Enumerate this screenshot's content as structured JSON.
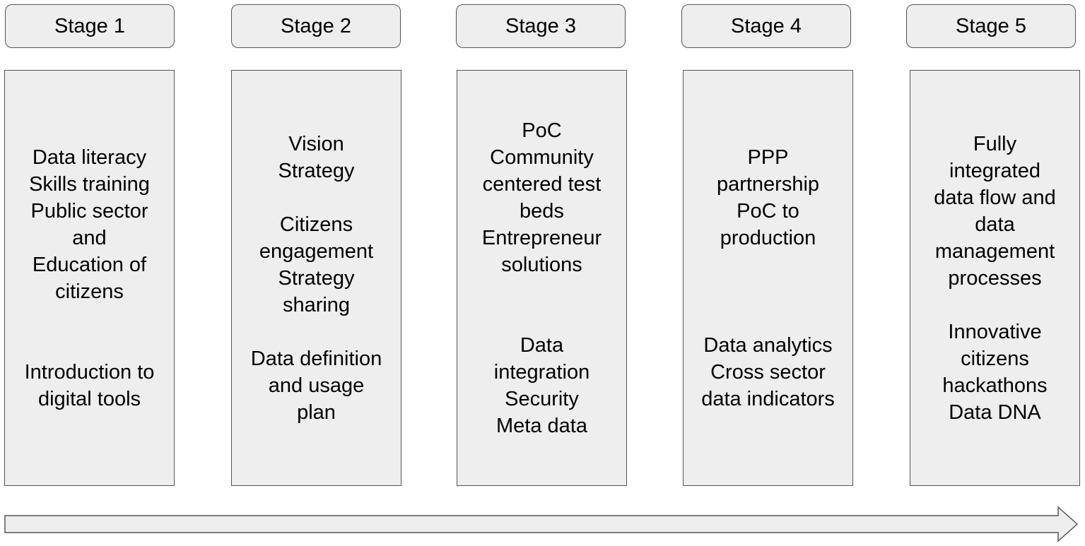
{
  "stages": [
    {
      "header": "Stage 1",
      "groups": [
        [
          "Data literacy",
          "Skills training",
          "Public sector",
          "and",
          "Education of",
          "citizens"
        ],
        [
          "Introduction to",
          "digital tools"
        ]
      ]
    },
    {
      "header": "Stage 2",
      "groups": [
        [
          "Vision",
          "Strategy"
        ],
        [
          "Citizens",
          "engagement",
          "Strategy",
          "sharing"
        ],
        [
          "Data definition",
          "and usage",
          "plan"
        ]
      ]
    },
    {
      "header": "Stage 3",
      "groups": [
        [
          "PoC",
          "Community",
          "centered test",
          "beds",
          "Entrepreneur",
          "solutions"
        ],
        [
          "Data",
          "integration",
          "Security",
          "Meta data"
        ]
      ]
    },
    {
      "header": "Stage 4",
      "groups": [
        [
          "PPP",
          "partnership",
          "PoC to",
          "production"
        ],
        [
          "Data analytics",
          "Cross sector",
          "data indicators"
        ]
      ]
    },
    {
      "header": "Stage 5",
      "groups": [
        [
          "Fully",
          "integrated",
          "data flow and",
          "data",
          "management",
          "processes"
        ],
        [
          "Innovative",
          "citizens",
          "hackathons",
          "Data DNA"
        ]
      ]
    }
  ],
  "colors": {
    "box_fill": "#eeeeee",
    "box_border": "#555555",
    "text": "#000000"
  },
  "icons": {
    "timeline": "right-arrow-icon"
  }
}
